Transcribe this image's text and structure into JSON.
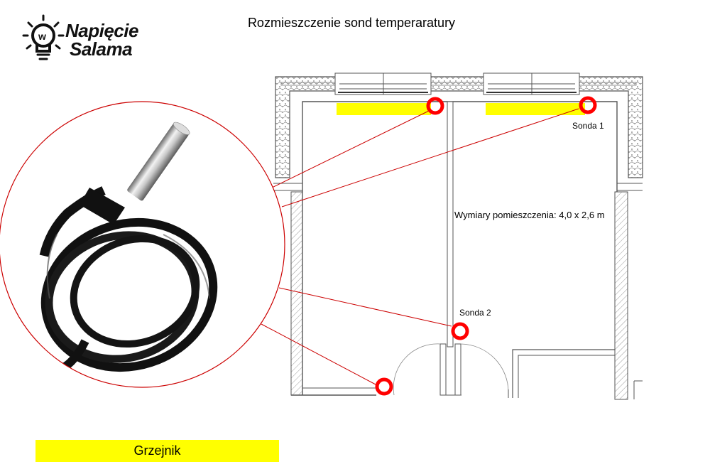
{
  "title": "Rozmieszczenie sond temperaratury",
  "logo": {
    "line1": "Napięcie",
    "line2": "Salama",
    "icon": "light-bulb-icon"
  },
  "legend": {
    "label": "Grzejnik",
    "color": "#ffff00"
  },
  "probes": [
    {
      "label": "Sonda 1"
    },
    {
      "label": "Sonda 2"
    }
  ],
  "room_dimensions": "Wymiary pomieszczenia: 4,0 x 2,6 m",
  "colors": {
    "probe": "#ff0000",
    "radiator": "#ffff00",
    "wall": "#555555",
    "magnifier": "#cc0000"
  }
}
